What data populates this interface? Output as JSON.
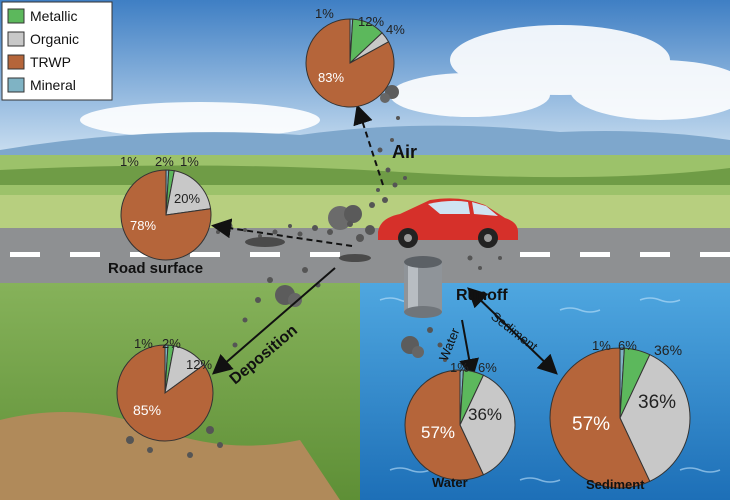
{
  "legend": {
    "items": [
      {
        "label": "Metallic",
        "color": "#5cb85c"
      },
      {
        "label": "Organic",
        "color": "#c8c8c8"
      },
      {
        "label": "TRWP",
        "color": "#b5653a"
      },
      {
        "label": "Mineral",
        "color": "#7fb3c4"
      }
    ]
  },
  "labels": {
    "air": "Air",
    "road_surface": "Road surface",
    "deposition": "Deposition",
    "runoff": "Runoff",
    "water_arrow": "Water",
    "sediment_arrow": "Sediment",
    "water": "Water",
    "sediment": "Sediment"
  },
  "pies": {
    "air": {
      "metallic": "12%",
      "organic": "4%",
      "trwp": "83%",
      "mineral": "1%",
      "values": {
        "metallic": 12,
        "organic": 4,
        "trwp": 83,
        "mineral": 1
      }
    },
    "road": {
      "metallic": "2%",
      "organic": "20%",
      "trwp": "78%",
      "mineral": "1%",
      "values": {
        "metallic": 2,
        "organic": 20,
        "trwp": 78,
        "mineral": 1
      }
    },
    "deposition": {
      "metallic": "2%",
      "organic": "12%",
      "trwp": "85%",
      "mineral": "1%",
      "values": {
        "metallic": 2,
        "organic": 12,
        "trwp": 85,
        "mineral": 1
      }
    },
    "water": {
      "metallic": "6%",
      "organic": "36%",
      "trwp": "57%",
      "mineral": "1%",
      "values": {
        "metallic": 6,
        "organic": 36,
        "trwp": 57,
        "mineral": 1
      }
    },
    "sediment": {
      "metallic": "6%",
      "organic": "36%",
      "trwp": "57%",
      "mineral": "1%",
      "values": {
        "metallic": 6,
        "organic": 36,
        "trwp": 57,
        "mineral": 1
      }
    }
  }
}
